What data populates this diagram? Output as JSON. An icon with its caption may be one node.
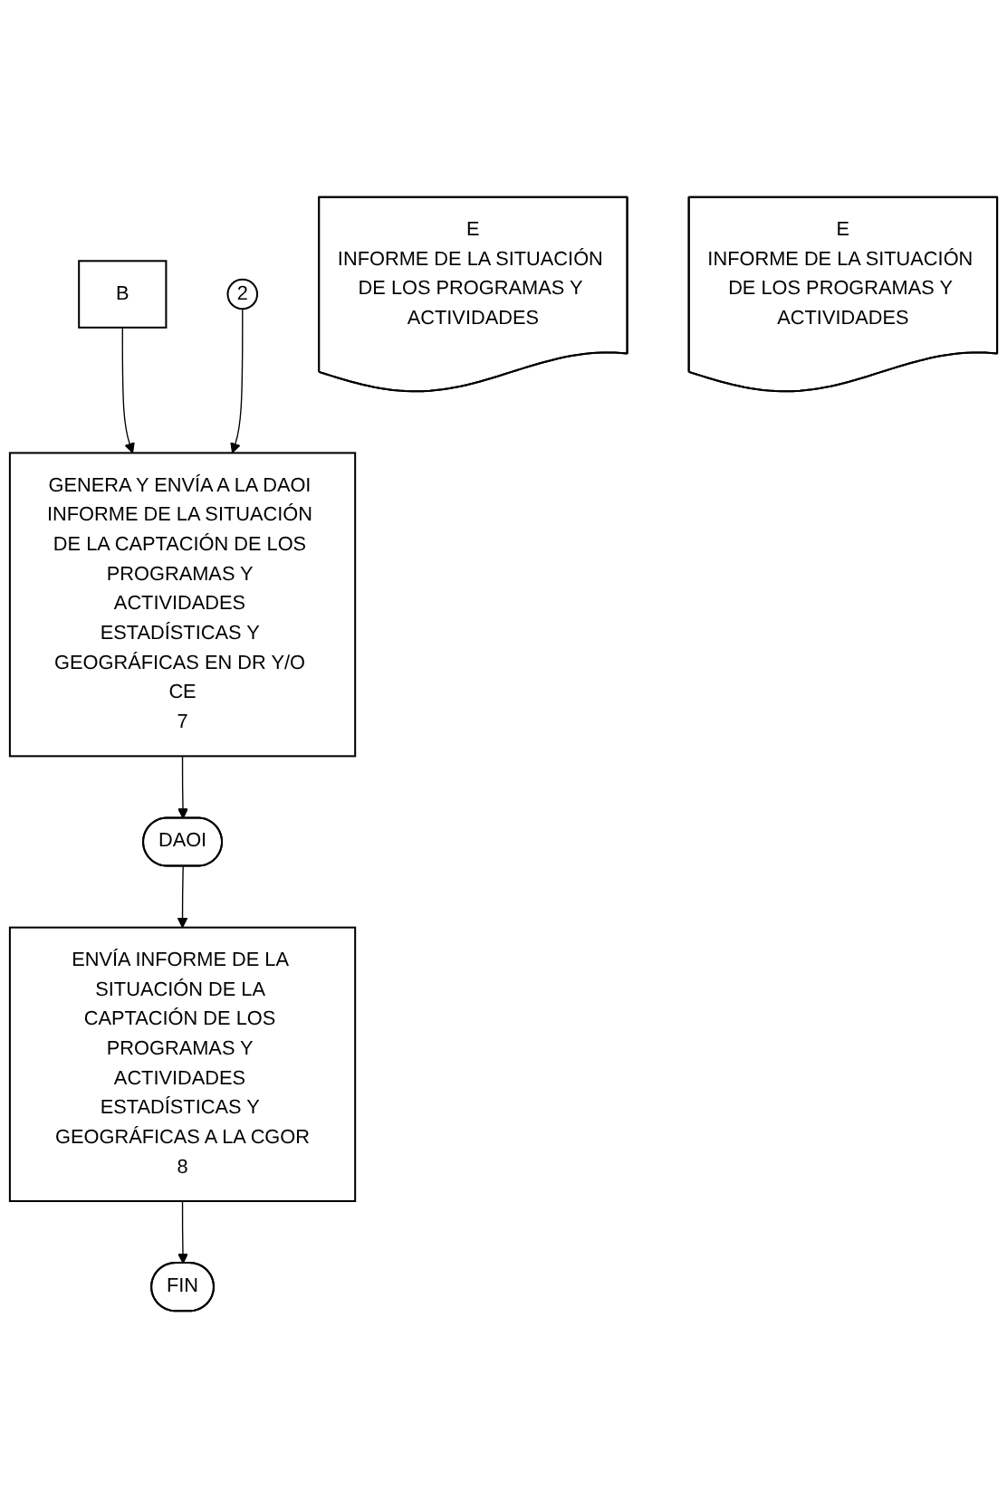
{
  "diagram": {
    "nodes": [
      {
        "text": [
          "B"
        ]
      },
      {
        "text": [
          "GENERA Y ENVÍA A LA DAOI INFORME DE LA SITUACIÓN DE LA CAPTACIÓN DE LOS PROGRAMAS Y ACTIVIDADES ESTADÍSTICAS Y GEOGRÁFICAS EN DR Y/O CE",
          "7"
        ]
      },
      {
        "text": [
          "2"
        ]
      },
      {
        "text": [
          "E",
          "INFORME DE LA SITUACIÓN DE LOS PROGRAMAS Y ACTIVIDADES"
        ]
      },
      {
        "text": [
          "DAOI"
        ]
      },
      {
        "text": [
          "ENVÍA INFORME DE LA SITUACIÓN DE LA CAPTACIÓN DE LOS PROGRAMAS Y ACTIVIDADES ESTADÍSTICAS Y GEOGRÁFICAS A LA CGOR",
          "8"
        ]
      },
      {
        "text": [
          "E",
          "INFORME DE LA SITUACIÓN DE LOS PROGRAMAS Y ACTIVIDADES"
        ]
      },
      {
        "text": [
          "FIN"
        ]
      }
    ],
    "edges": [
      {
        "from": 0,
        "to": 1,
        "arrow": "to"
      },
      {
        "from": 2,
        "to": 1,
        "arrow": "to"
      },
      {
        "from": 1,
        "to": 4,
        "arrow": "to"
      },
      {
        "from": 4,
        "to": 5,
        "arrow": "to"
      },
      {
        "from": 5,
        "to": 7,
        "arrow": "to"
      }
    ]
  }
}
